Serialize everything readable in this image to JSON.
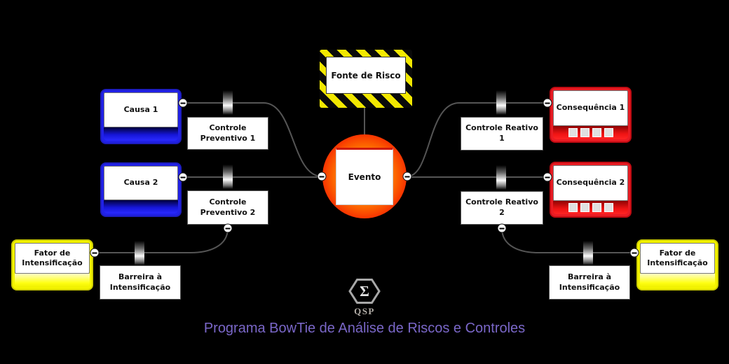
{
  "diagram": {
    "hazard": {
      "label": "Fonte de Risco"
    },
    "event": {
      "label": "Evento"
    },
    "causes": [
      {
        "label": "Causa 1"
      },
      {
        "label": "Causa 2"
      }
    ],
    "preventive_controls": [
      {
        "label": "Controle Preventivo 1"
      },
      {
        "label": "Controle Preventivo 2"
      }
    ],
    "reactive_controls": [
      {
        "label": "Controle Reativo 1"
      },
      {
        "label": "Controle Reativo 2"
      }
    ],
    "consequences": [
      {
        "label": "Consequência 1"
      },
      {
        "label": "Consequência 2"
      }
    ],
    "escalation_factors": [
      {
        "label": "Fator de Intensificação"
      },
      {
        "label": "Fator de Intensificação"
      }
    ],
    "escalation_barriers": [
      {
        "label": "Barreira à Intensificação"
      },
      {
        "label": "Barreira à Intensificação"
      }
    ]
  },
  "footer": {
    "logo_sigma": "Σ",
    "logo_text": "QSP",
    "title": "Programa BowTie de Análise de Riscos e Controles"
  },
  "colors": {
    "background": "#000000",
    "cause_blue": "#2121e8",
    "consequence_red": "#ea1c24",
    "escalation_yellow": "#f4f400",
    "hazard_stripe_yellow": "#f2e800",
    "event_outer_red": "#dd0000",
    "event_inner_orange": "#ffb300",
    "connector_gray": "#555555",
    "title_purple": "#7a67c8"
  }
}
